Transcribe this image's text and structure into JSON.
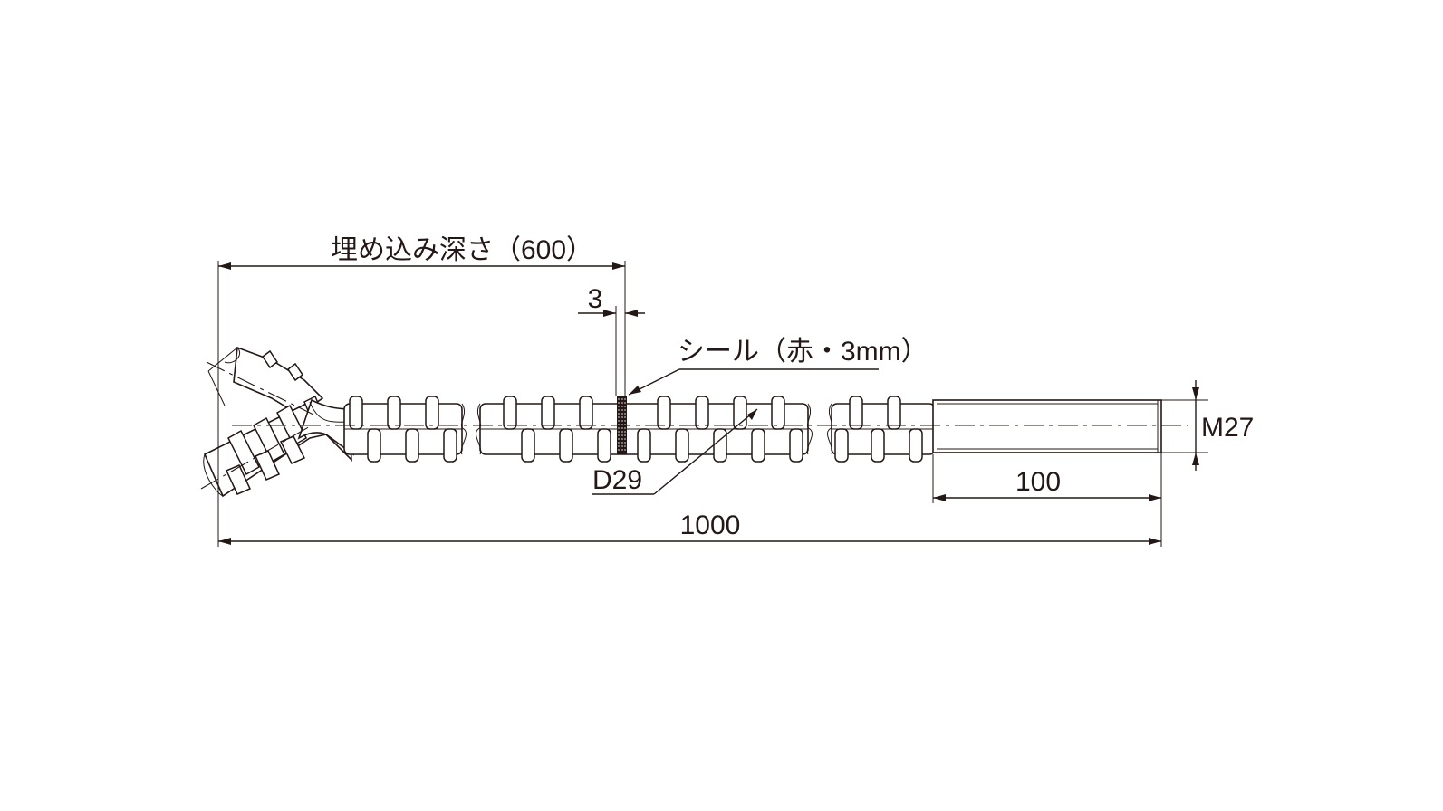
{
  "drawing": {
    "labels": {
      "embed_depth": "埋め込み深さ（600）",
      "seal_width": "3",
      "seal_note": "シール（赤・3mm）",
      "bar_size": "D29",
      "thread_size": "M27",
      "thread_length": "100",
      "total_length": "1000"
    },
    "colors": {
      "line": "#231815",
      "seal": "#231815",
      "background": "#ffffff"
    }
  }
}
